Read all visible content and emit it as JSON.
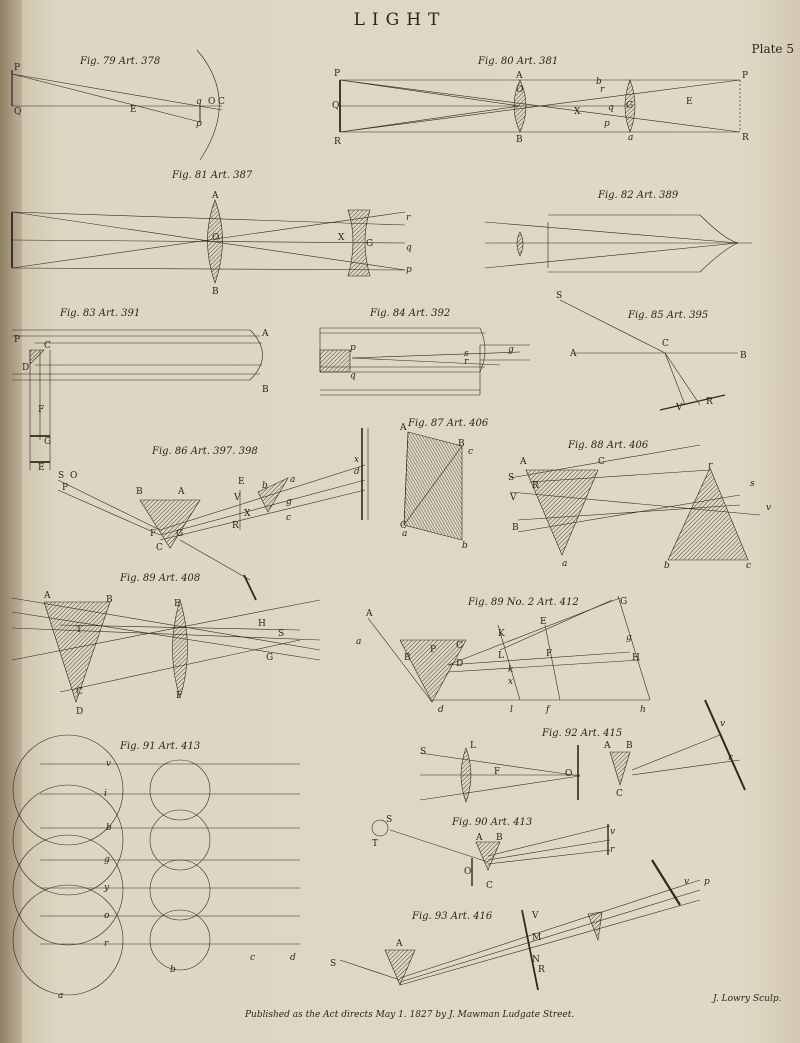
{
  "header": {
    "title": "LIGHT",
    "plate_label": "Plate 5"
  },
  "figures": [
    {
      "id": "fig79",
      "caption": "Fig. 79 Art. 378",
      "labels": [
        "P",
        "Q",
        "E",
        "q",
        "O",
        "C",
        "p"
      ]
    },
    {
      "id": "fig80",
      "caption": "Fig. 80 Art. 381",
      "labels": [
        "P",
        "Q",
        "R",
        "A",
        "O",
        "B",
        "b",
        "r",
        "G",
        "q",
        "p",
        "X",
        "a",
        "E",
        "P",
        "R"
      ]
    },
    {
      "id": "fig81",
      "caption": "Fig. 81 Art. 387",
      "labels": [
        "A",
        "O",
        "B",
        "X",
        "G",
        "r",
        "q",
        "p"
      ]
    },
    {
      "id": "fig82",
      "caption": "Fig. 82 Art. 389",
      "labels": []
    },
    {
      "id": "fig83",
      "caption": "Fig. 83 Art. 391",
      "labels": [
        "P",
        "C",
        "D",
        "A",
        "B",
        "F",
        "G",
        "E"
      ]
    },
    {
      "id": "fig84",
      "caption": "Fig. 84 Art. 392",
      "labels": [
        "p",
        "q",
        "s",
        "r",
        "g"
      ]
    },
    {
      "id": "fig85",
      "caption": "Fig. 85 Art. 395",
      "labels": [
        "S",
        "A",
        "C",
        "B",
        "R",
        "V"
      ]
    },
    {
      "id": "fig86",
      "caption": "Fig. 86 Art. 397. 398",
      "labels": [
        "S",
        "O",
        "P",
        "B",
        "A",
        "F",
        "G",
        "C",
        "E",
        "V",
        "X",
        "R",
        "b",
        "a",
        "g",
        "c",
        "x",
        "d"
      ]
    },
    {
      "id": "fig87",
      "caption": "Fig. 87 Art. 406",
      "labels": [
        "A",
        "B",
        "c",
        "C",
        "a",
        "b"
      ]
    },
    {
      "id": "fig88",
      "caption": "Fig. 88 Art. 406",
      "labels": [
        "A",
        "C",
        "S",
        "R",
        "V",
        "B",
        "a",
        "b",
        "c",
        "r",
        "s",
        "v"
      ]
    },
    {
      "id": "fig89",
      "caption": "Fig. 89 Art. 408",
      "labels": [
        "A",
        "B",
        "T",
        "C",
        "D",
        "E",
        "F",
        "G",
        "H",
        "S"
      ]
    },
    {
      "id": "fig89b",
      "caption": "Fig. 89 No. 2 Art. 412",
      "labels": [
        "A",
        "a",
        "B",
        "P",
        "C",
        "D",
        "K",
        "E",
        "G",
        "L",
        "F",
        "H",
        "g",
        "h",
        "d",
        "x",
        "l",
        "f",
        "k"
      ]
    },
    {
      "id": "fig91",
      "caption": "Fig. 91 Art. 413",
      "labels": [
        "v",
        "i",
        "b",
        "g",
        "y",
        "o",
        "r",
        "a",
        "b",
        "c",
        "d"
      ]
    },
    {
      "id": "fig92",
      "caption": "Fig. 92 Art. 415",
      "labels": [
        "S",
        "L",
        "F",
        "O",
        "A",
        "B",
        "C",
        "v",
        "r"
      ]
    },
    {
      "id": "fig90",
      "caption": "Fig. 90 Art. 413",
      "labels": [
        "S",
        "T",
        "A",
        "B",
        "O",
        "C",
        "v",
        "r"
      ]
    },
    {
      "id": "fig93",
      "caption": "Fig. 93 Art. 416",
      "labels": [
        "S",
        "A",
        "V",
        "M",
        "N",
        "R",
        "v",
        "p"
      ]
    }
  ],
  "footer": {
    "imprint": "Published as the Act directs May 1. 1827 by J. Mawman Ludgate Street.",
    "engraver": "J. Lowry Sculp."
  }
}
